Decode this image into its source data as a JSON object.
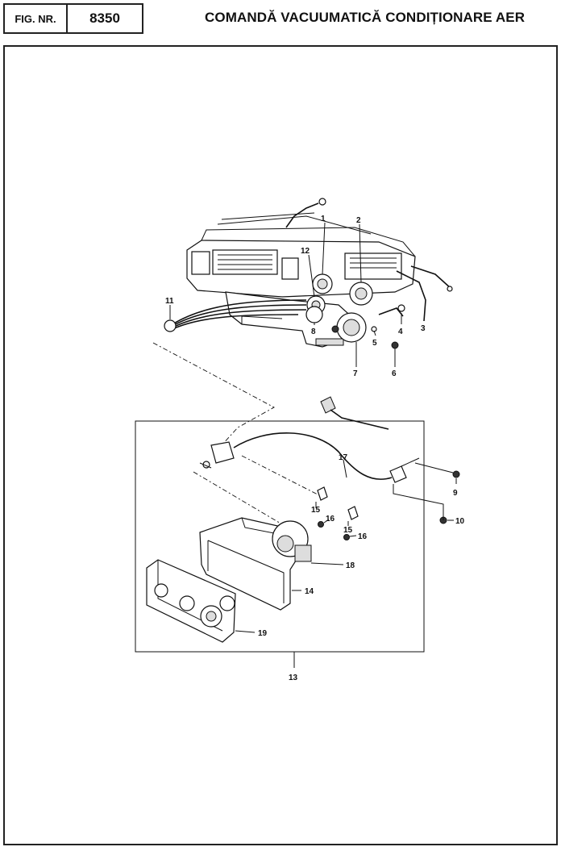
{
  "header": {
    "fig_label": "FIG. NR.",
    "fig_number": "8350",
    "title": "COMANDĂ VACUUMATICĂ CONDIȚIONARE AER"
  },
  "callouts": {
    "c1": "1",
    "c2": "2",
    "c3": "3",
    "c4": "4",
    "c5": "5",
    "c6": "6",
    "c7": "7",
    "c8": "8",
    "c9": "9",
    "c10": "10",
    "c11": "11",
    "c12": "12",
    "c13": "13",
    "c14": "14",
    "c15a": "15",
    "c15b": "15",
    "c16a": "16",
    "c16b": "16",
    "c17": "17",
    "c18": "18",
    "c19": "19"
  }
}
